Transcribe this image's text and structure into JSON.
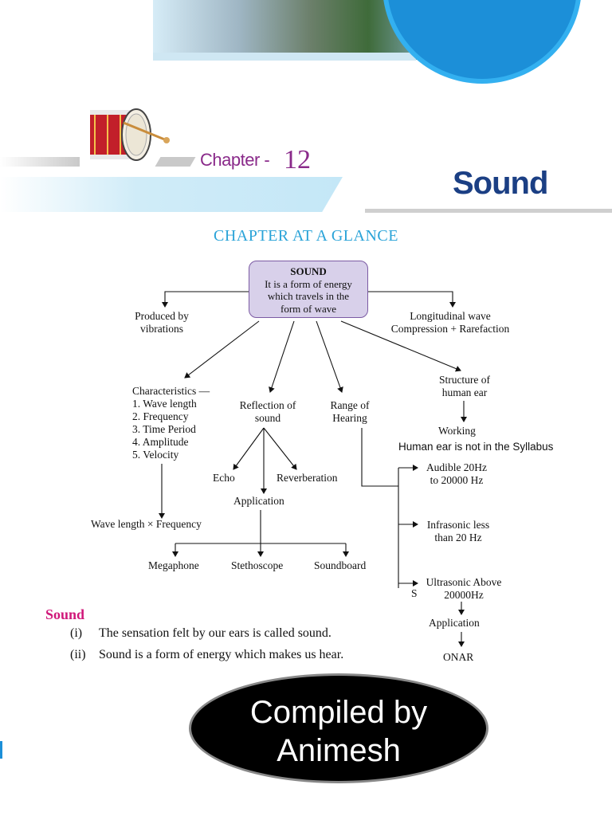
{
  "header": {
    "chapter_label": "Chapter -",
    "chapter_number": "12",
    "chapter_title": "Sound"
  },
  "glance_title": "CHAPTER AT A GLANCE",
  "mindmap": {
    "center": {
      "heading": "SOUND",
      "lines": [
        "It is a form of energy",
        "which travels in the",
        "form of wave"
      ]
    },
    "produced": [
      "Produced by",
      "vibrations"
    ],
    "longitudinal": [
      "Longitudinal wave",
      "Compression + Rarefaction"
    ],
    "characteristics": {
      "title": "Characteristics —",
      "items": [
        "1. Wave length",
        "2. Frequency",
        "3. Time Period",
        "4. Amplitude",
        "5. Velocity"
      ]
    },
    "reflection": [
      "Reflection of",
      "sound"
    ],
    "range": [
      "Range of",
      "Hearing"
    ],
    "ear_structure": [
      "Structure of",
      "human ear"
    ],
    "working": "Working",
    "syllabus_note": "Human ear is not in the Syllabus",
    "echo": "Echo",
    "reverberation": "Reverberation",
    "application": "Application",
    "velocity_formula": "Wave length × Frequency",
    "uses": [
      "Megaphone",
      "Stethoscope",
      "Soundboard"
    ],
    "audible": [
      "Audible 20Hz",
      "to 20000 Hz"
    ],
    "infrasonic": [
      "Infrasonic less",
      "than 20 Hz"
    ],
    "ultrasonic": [
      "Ultrasonic Above",
      "20000Hz"
    ],
    "stray_s": "S",
    "ultra_application": "Application",
    "sonar": "ONAR"
  },
  "section": {
    "heading": "Sound",
    "items": [
      {
        "num": "(i)",
        "text": "The sensation felt by our ears is called sound."
      },
      {
        "num": "(ii)",
        "text": "Sound is a form of energy which makes us hear."
      }
    ]
  },
  "watermark": {
    "line1": "Compiled by",
    "line2": "Animesh"
  },
  "colors": {
    "chapter": "#8a2a8a",
    "title": "#1b3f84",
    "glance": "#2aa3d8",
    "section_head": "#d0187a",
    "banner_blue": "#1c8fd8",
    "node_fill": "#d8d0ea",
    "node_border": "#7b5aa3"
  },
  "icons": {
    "header_photo": "science-banner-photo",
    "drum": "drum-icon"
  }
}
